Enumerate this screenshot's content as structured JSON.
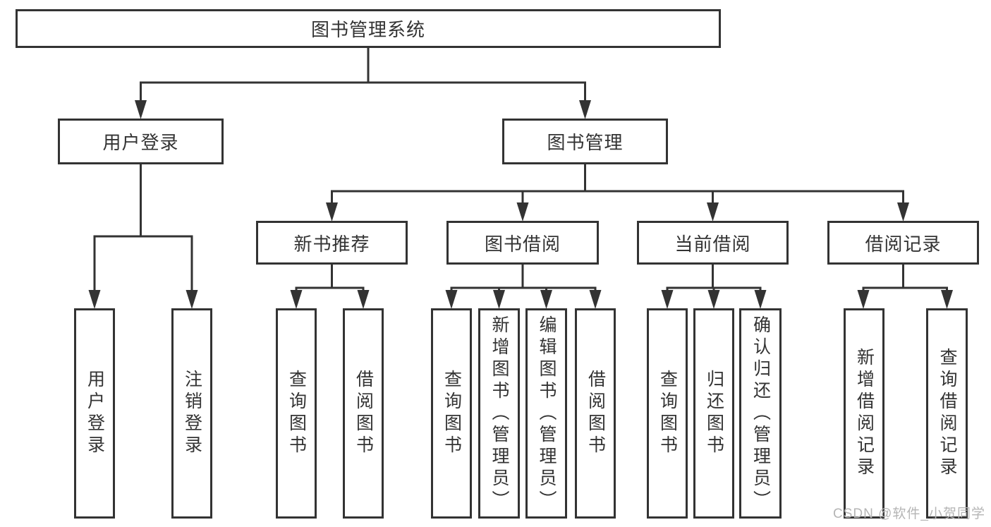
{
  "diagram": {
    "root": {
      "label": "图书管理系统"
    },
    "branches": [
      {
        "label": "用户登录",
        "children": [
          {
            "label": "用户登录"
          },
          {
            "label": "注销登录"
          }
        ]
      },
      {
        "label": "图书管理",
        "children": [
          {
            "label": "新书推荐",
            "children": [
              {
                "label": "查询图书"
              },
              {
                "label": "借阅图书"
              }
            ]
          },
          {
            "label": "图书借阅",
            "children": [
              {
                "label": "查询图书"
              },
              {
                "label": "新增图书（管理员）"
              },
              {
                "label": "编辑图书（管理员）"
              },
              {
                "label": "借阅图书"
              }
            ]
          },
          {
            "label": "当前借阅",
            "children": [
              {
                "label": "查询图书"
              },
              {
                "label": "归还图书"
              },
              {
                "label": "确认归还（管理员）"
              }
            ]
          },
          {
            "label": "借阅记录",
            "children": [
              {
                "label": "新增借阅记录"
              },
              {
                "label": "查询借阅记录"
              }
            ]
          }
        ]
      }
    ]
  },
  "watermark": {
    "text": "CSDN @软件_小贺同学"
  },
  "colors": {
    "line": "#333333",
    "border": "#333333",
    "text": "#333333",
    "background": "#ffffff",
    "watermark": "#b5b5b5"
  }
}
